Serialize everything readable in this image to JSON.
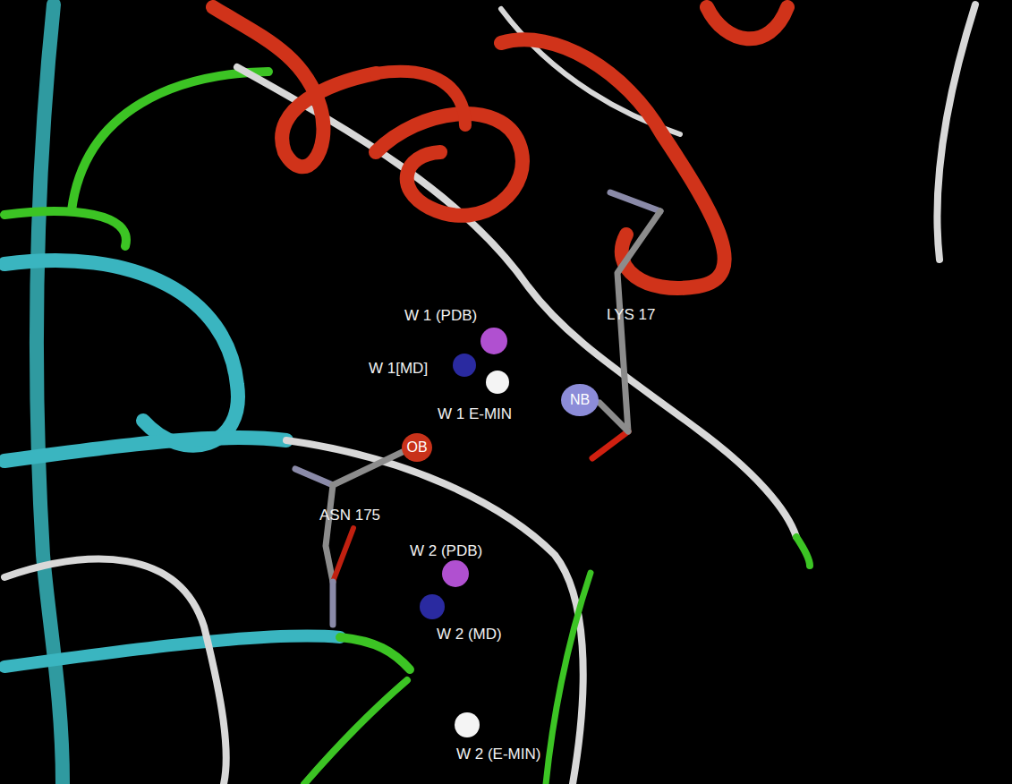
{
  "diagram": {
    "nodes": [
      {
        "text": [
          "NB"
        ]
      },
      {
        "text": [
          "OB"
        ]
      }
    ],
    "labels": [
      "W 1 (PDB)",
      "LYS 17",
      "W 1[MD]",
      "W 1 E-MIN",
      "ASN 175",
      "W 2 (PDB)",
      "W 2 (MD)",
      "W 2 (E-MIN)"
    ]
  }
}
